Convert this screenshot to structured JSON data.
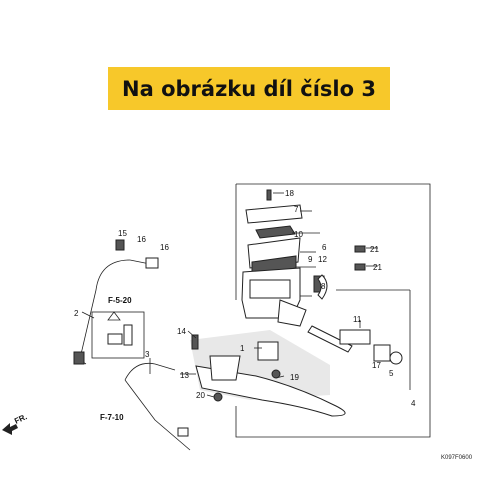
{
  "banner": {
    "text": "Na obrázku díl číslo 3"
  },
  "callouts": [
    "1",
    "2",
    "3",
    "4",
    "5",
    "6",
    "7",
    "8",
    "9",
    "10",
    "11",
    "12",
    "13",
    "14",
    "15",
    "16",
    "16",
    "17",
    "18",
    "19",
    "20",
    "21",
    "21"
  ],
  "references": [
    "F-5-20",
    "F-7-10"
  ],
  "front_indicator": "FR.",
  "diagram_code": "K097F0600",
  "colors": {
    "banner": "#f7c82a",
    "line": "#222222",
    "shade": "#bdbdbd"
  }
}
